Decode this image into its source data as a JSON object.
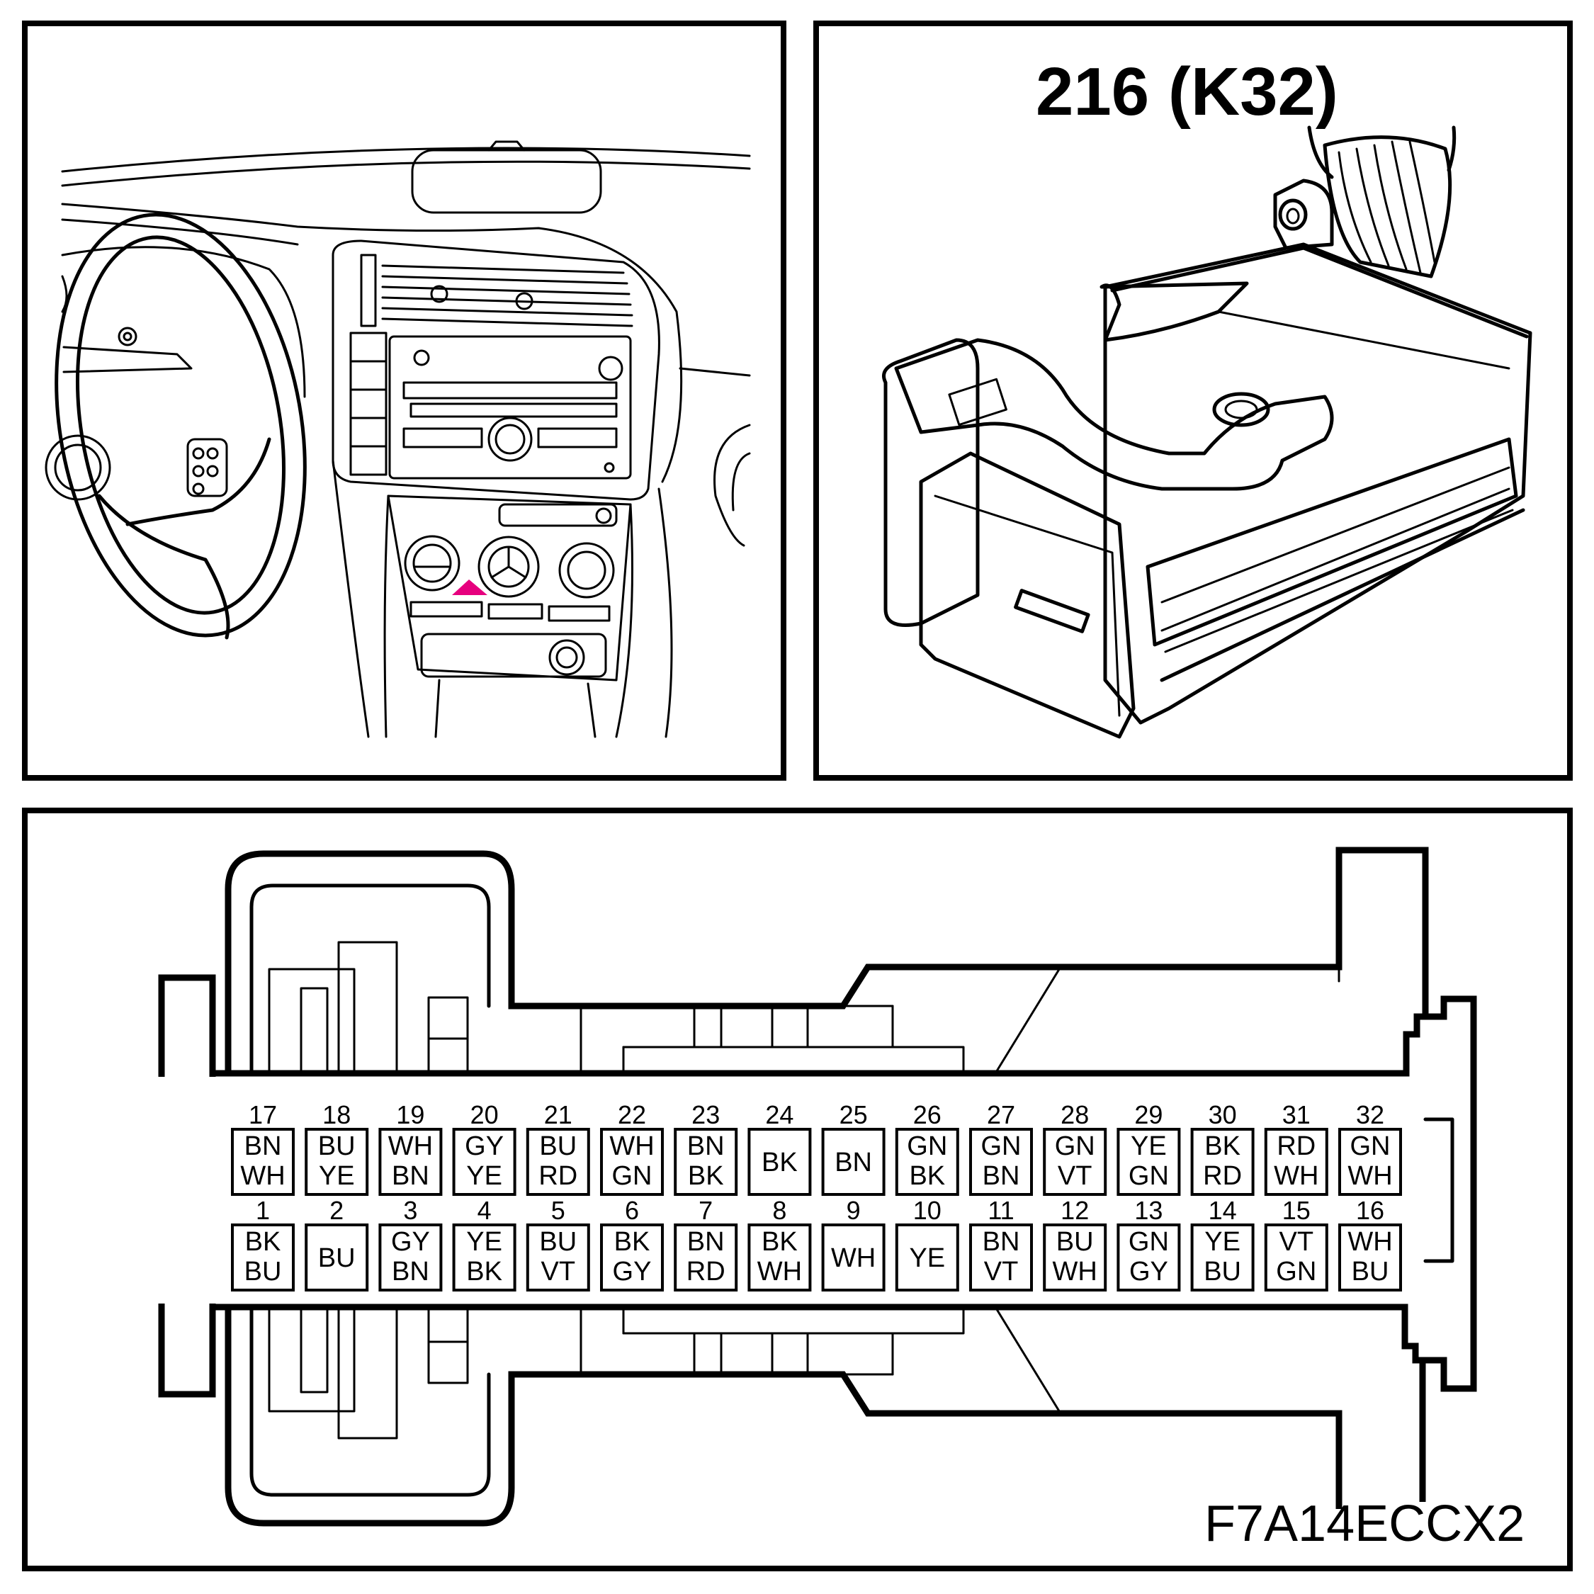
{
  "connector": {
    "title": "216 (K32)",
    "figure_ref": "F7A14ECCX2",
    "marker_color": "#e6007e"
  },
  "pins_top": [
    {
      "num": "17",
      "wire": [
        "BN",
        "WH"
      ]
    },
    {
      "num": "18",
      "wire": [
        "BU",
        "YE"
      ]
    },
    {
      "num": "19",
      "wire": [
        "WH",
        "BN"
      ]
    },
    {
      "num": "20",
      "wire": [
        "GY",
        "YE"
      ]
    },
    {
      "num": "21",
      "wire": [
        "BU",
        "RD"
      ]
    },
    {
      "num": "22",
      "wire": [
        "WH",
        "GN"
      ]
    },
    {
      "num": "23",
      "wire": [
        "BN",
        "BK"
      ]
    },
    {
      "num": "24",
      "wire": [
        "BK"
      ]
    },
    {
      "num": "25",
      "wire": [
        "BN"
      ]
    },
    {
      "num": "26",
      "wire": [
        "GN",
        "BK"
      ]
    },
    {
      "num": "27",
      "wire": [
        "GN",
        "BN"
      ]
    },
    {
      "num": "28",
      "wire": [
        "GN",
        "VT"
      ]
    },
    {
      "num": "29",
      "wire": [
        "YE",
        "GN"
      ]
    },
    {
      "num": "30",
      "wire": [
        "BK",
        "RD"
      ]
    },
    {
      "num": "31",
      "wire": [
        "RD",
        "WH"
      ]
    },
    {
      "num": "32",
      "wire": [
        "GN",
        "WH"
      ]
    }
  ],
  "pins_bottom": [
    {
      "num": "1",
      "wire": [
        "BK",
        "BU"
      ]
    },
    {
      "num": "2",
      "wire": [
        "BU"
      ]
    },
    {
      "num": "3",
      "wire": [
        "GY",
        "BN"
      ]
    },
    {
      "num": "4",
      "wire": [
        "YE",
        "BK"
      ]
    },
    {
      "num": "5",
      "wire": [
        "BU",
        "VT"
      ]
    },
    {
      "num": "6",
      "wire": [
        "BK",
        "GY"
      ]
    },
    {
      "num": "7",
      "wire": [
        "BN",
        "RD"
      ]
    },
    {
      "num": "8",
      "wire": [
        "BK",
        "WH"
      ]
    },
    {
      "num": "9",
      "wire": [
        "WH"
      ]
    },
    {
      "num": "10",
      "wire": [
        "YE"
      ]
    },
    {
      "num": "11",
      "wire": [
        "BN",
        "VT"
      ]
    },
    {
      "num": "12",
      "wire": [
        "BU",
        "WH"
      ]
    },
    {
      "num": "13",
      "wire": [
        "GN",
        "GY"
      ]
    },
    {
      "num": "14",
      "wire": [
        "YE",
        "BU"
      ]
    },
    {
      "num": "15",
      "wire": [
        "VT",
        "GN"
      ]
    },
    {
      "num": "16",
      "wire": [
        "WH",
        "BU"
      ]
    }
  ]
}
